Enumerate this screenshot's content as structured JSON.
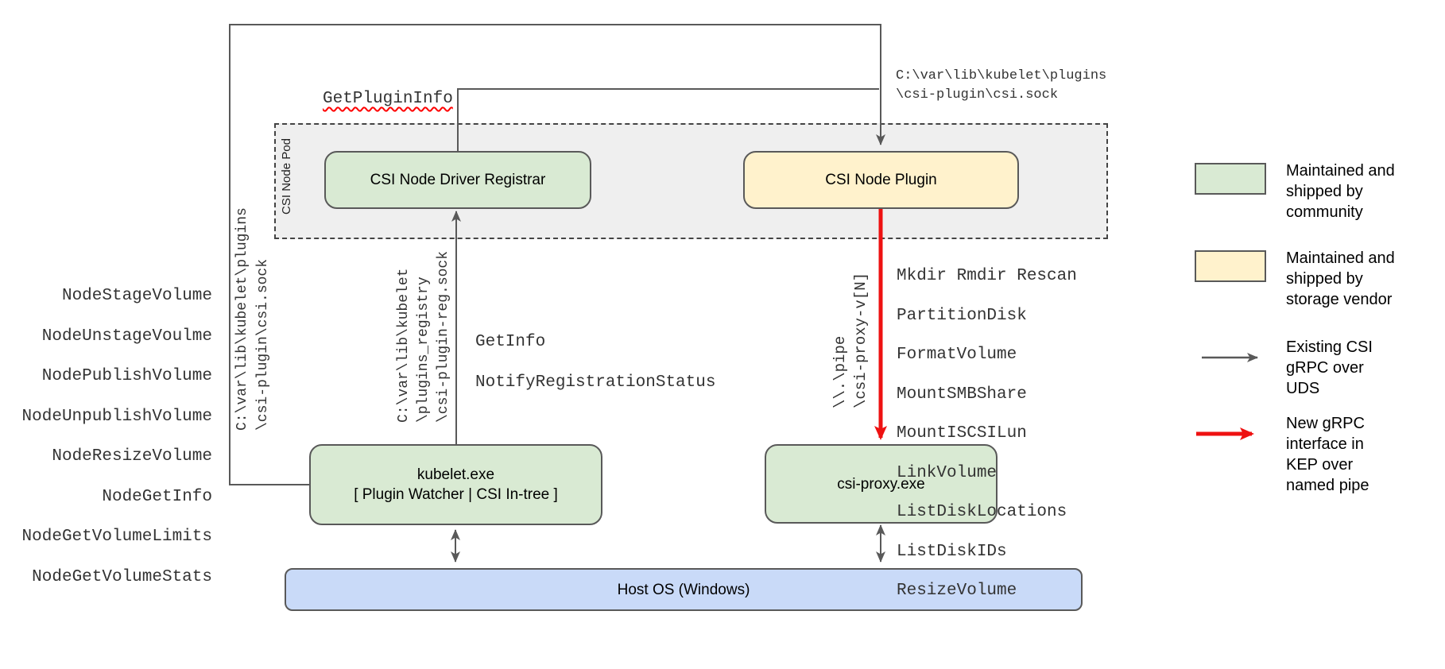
{
  "colors": {
    "community": "#d9ead3",
    "vendor": "#fff2cc",
    "host": "#c9daf8",
    "pod_fill": "#efefef",
    "connector_gray": "#595959",
    "new_interface_red": "#ee1111"
  },
  "pod": {
    "label": "CSI Node Pod"
  },
  "boxes": {
    "registrar": "CSI Node Driver Registrar",
    "plugin": "CSI Node Plugin",
    "kubelet": "kubelet.exe\n[ Plugin Watcher | CSI In-tree ]",
    "csi_proxy": "csi-proxy.exe",
    "host_os": "Host OS (Windows)"
  },
  "labels": {
    "get_plugin_info": "GetPluginInfo",
    "csi_sock_path": "C:\\var\\lib\\kubelet\\plugins\n\\csi-plugin\\csi.sock",
    "csi_sock_path_vertical": "C:\\var\\lib\\kubelet\\plugins\n\\csi-plugin\\csi.sock",
    "registry_sock_path_vertical": "C:\\var\\lib\\kubelet\n\\plugins_registry\n\\csi-plugin-reg.sock",
    "named_pipe_vertical": "\\\\.\\pipe\n\\csi-proxy-v[N]"
  },
  "rpc_lists": {
    "kubelet_to_plugin": [
      "NodeStageVolume",
      "NodeUnstageVoulme",
      "NodePublishVolume",
      "NodeUnpublishVolume",
      "NodeResizeVolume",
      "NodeGetInfo",
      "NodeGetVolumeLimits",
      "NodeGetVolumeStats"
    ],
    "registrar_registration": [
      "GetInfo",
      "NotifyRegistrationStatus"
    ],
    "plugin_to_proxy": [
      "Mkdir Rmdir Rescan",
      "PartitionDisk",
      "FormatVolume",
      "MountSMBShare",
      "MountISCSILun",
      "LinkVolume",
      "ListDiskLocations",
      "ListDiskIDs",
      "ResizeVolume"
    ]
  },
  "legend": {
    "community": "Maintained and\nshipped by\ncommunity",
    "vendor": "Maintained and\nshipped by\nstorage vendor",
    "existing": "Existing CSI\ngRPC over\nUDS",
    "new": "New gRPC\ninterface in\nKEP over\nnamed pipe"
  }
}
